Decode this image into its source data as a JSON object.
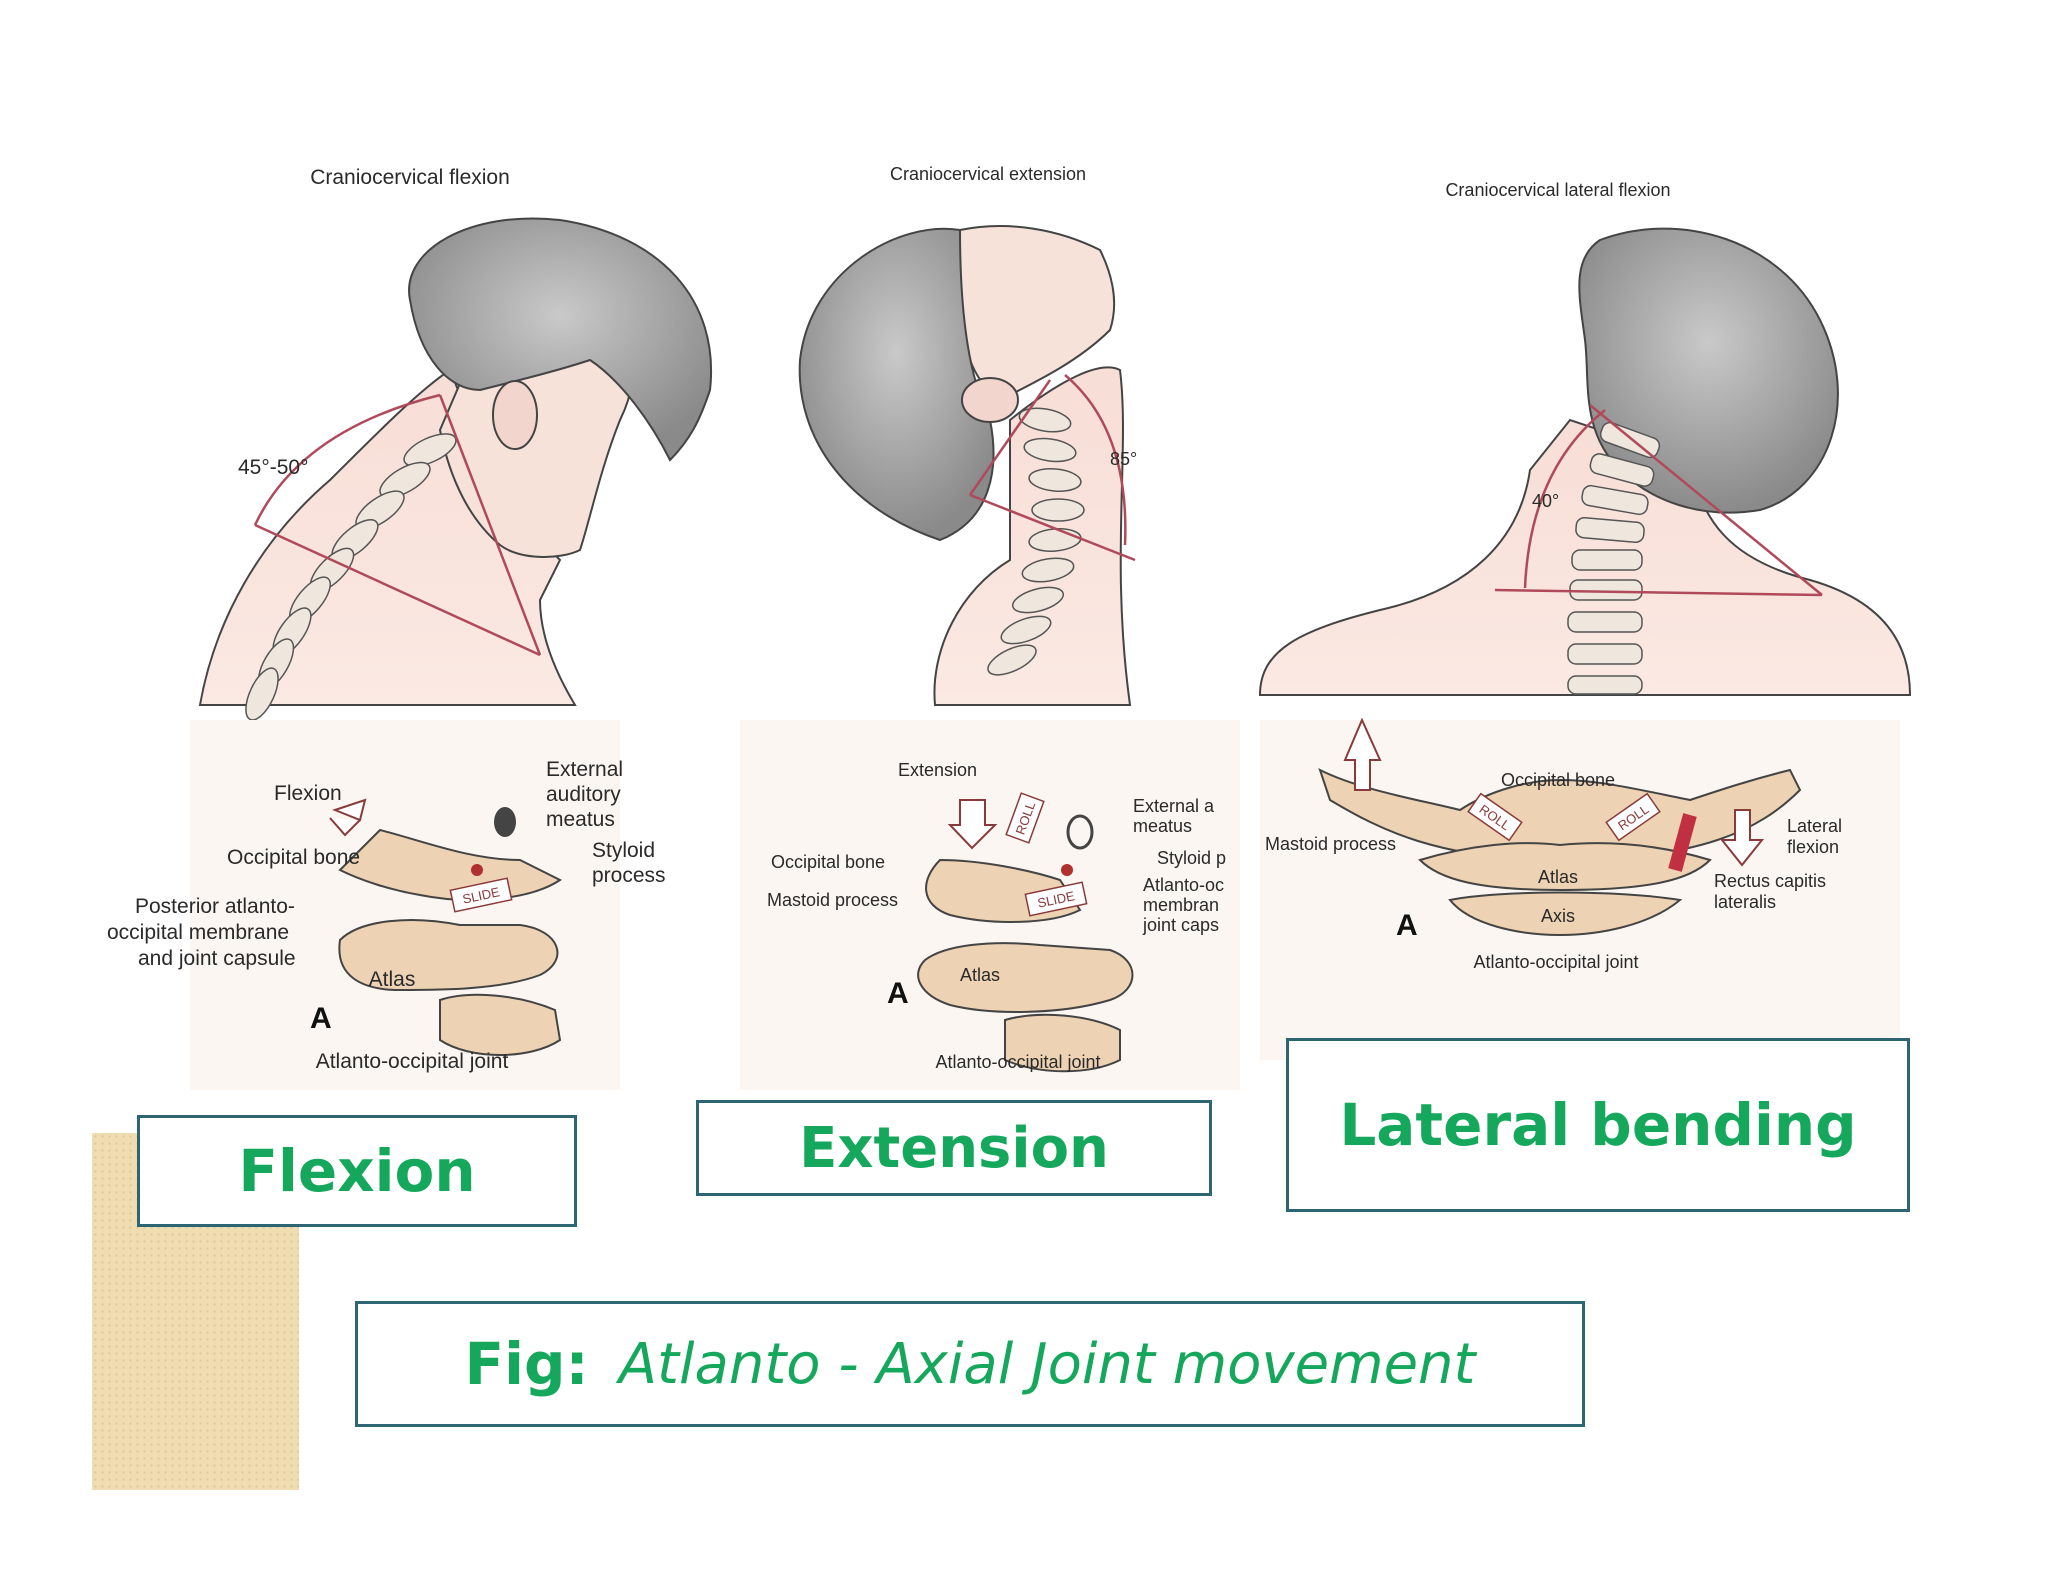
{
  "panels": [
    {
      "title": "Craniocervical flexion",
      "angle": "45°-50°",
      "movement_label": "Flexion",
      "joint_labels": [
        "External",
        "auditory",
        "meatus",
        "Styloid",
        "process",
        "Occipital bone",
        "Posterior atlanto-",
        "occipital membrane",
        "and joint capsule",
        "Atlas"
      ],
      "slide_label": "SLIDE",
      "figure_letter": "A",
      "joint_name": "Atlanto-occipital joint",
      "caption": "Flexion"
    },
    {
      "title": "Craniocervical extension",
      "angle": "85°",
      "movement_label": "Extension",
      "joint_labels": [
        "External a",
        "meatus",
        "Styloid p",
        "Atlanto-oc",
        "membran",
        "joint caps",
        "Occipital bone",
        "Mastoid process",
        "Atlas"
      ],
      "roll_label": "ROLL",
      "slide_label": "SLIDE",
      "figure_letter": "A",
      "joint_name": "Atlanto-occipital joint",
      "caption": "Extension"
    },
    {
      "title": "Craniocervical lateral flexion",
      "angle": "40°",
      "joint_labels": [
        "Occipital bone",
        "Mastoid process",
        "Lateral",
        "flexion",
        "Atlas",
        "Rectus capitis",
        "lateralis",
        "Axis"
      ],
      "roll_label": "ROLL",
      "figure_letter": "A",
      "joint_name": "Atlanto-occipital joint",
      "caption": "Lateral bending"
    }
  ],
  "figure_caption": {
    "prefix": "Fig:",
    "text": "Atlanto - Axial Joint movement"
  },
  "colors": {
    "caption_green": "#15a85c",
    "box_border": "#2d6573",
    "hair_gray": "#9a9a9a",
    "skin": "#f6ddd5",
    "bone": "#edd3b4",
    "angle_line": "#b04a5a",
    "beige_bar": "#efdcb1"
  }
}
